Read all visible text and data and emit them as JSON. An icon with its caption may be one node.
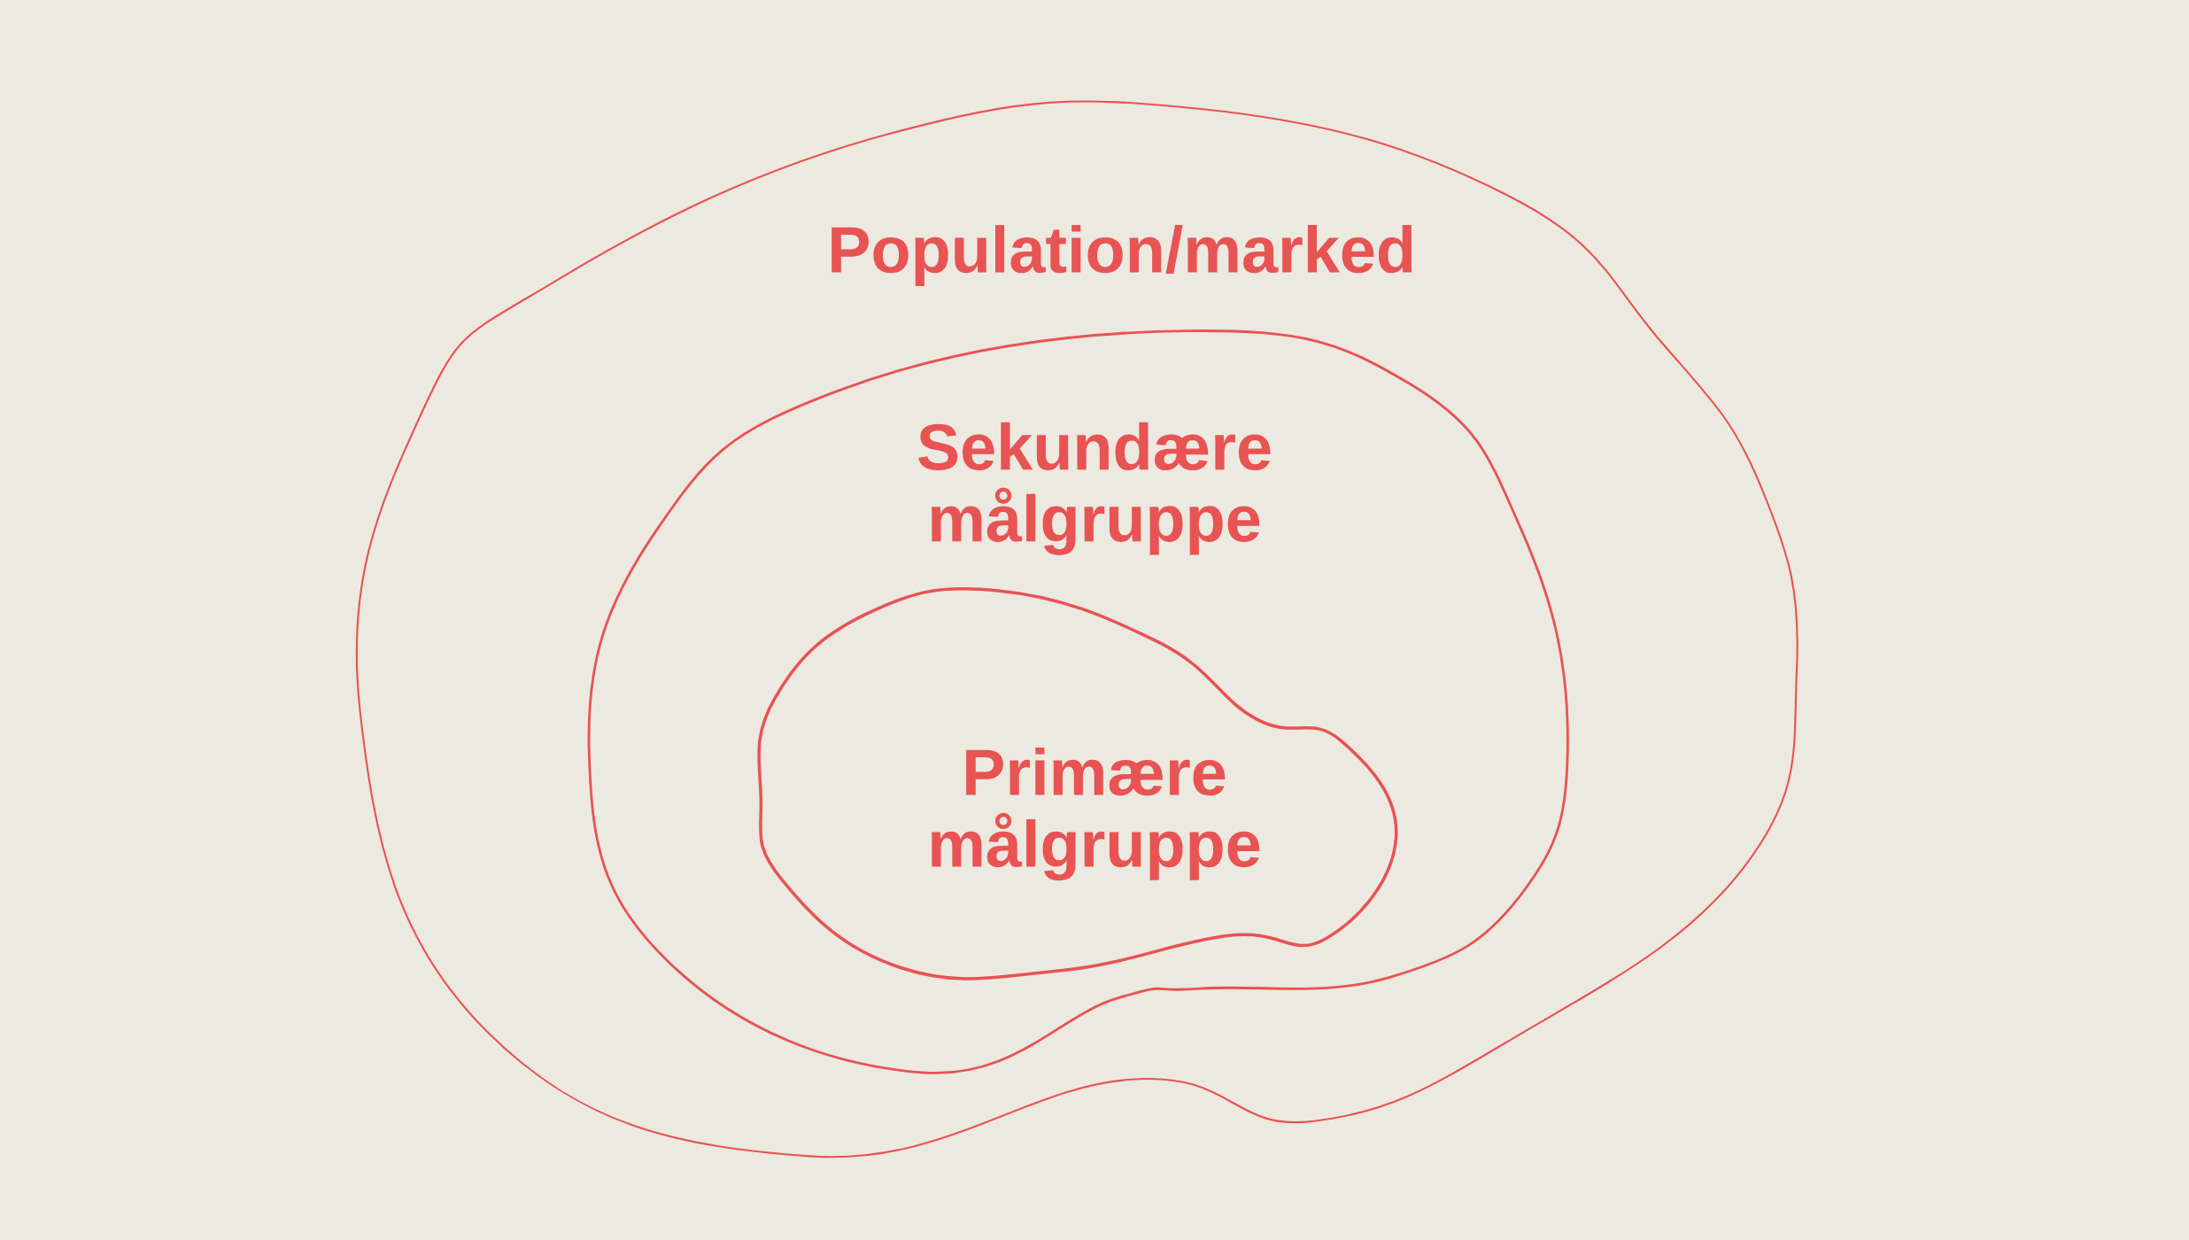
{
  "diagram": {
    "nodes": [
      {
        "text": [
          "Population/marked"
        ]
      },
      {
        "text": [
          "Sekundære målgruppe"
        ],
        "in": 0
      },
      {
        "text": [
          "Primære målgruppe"
        ],
        "in": 1
      }
    ]
  }
}
